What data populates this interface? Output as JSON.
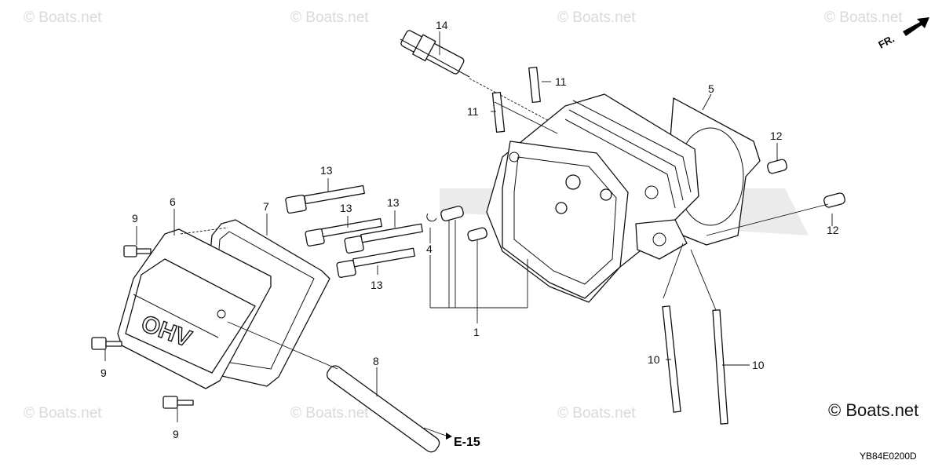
{
  "watermark": "© Boats.net",
  "brand": "© Boats.net",
  "diagram_code": "YB84E0200D",
  "direction_label": "FR.",
  "reference": "E-15",
  "callouts": {
    "c1": "1",
    "c4": "4",
    "c5": "5",
    "c6": "6",
    "c7": "7",
    "c8": "8",
    "c9a": "9",
    "c9b": "9",
    "c9c": "9",
    "c10a": "10",
    "c10b": "10",
    "c11a": "11",
    "c11b": "11",
    "c12a": "12",
    "c12b": "12",
    "c13a": "13",
    "c13b": "13",
    "c13c": "13",
    "c13d": "13",
    "c14": "14"
  },
  "cover_emboss": "OHV"
}
